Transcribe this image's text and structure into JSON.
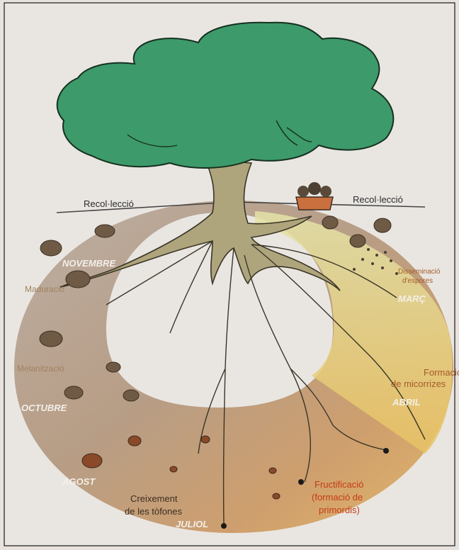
{
  "labels": {
    "harvest_left": "Recol·lecció",
    "harvest_right": "Recol·lecció",
    "maturation": "Maduració",
    "melanization": "Melanització",
    "growth_line1": "Creixement",
    "growth_line2": "de les tòfones",
    "spores_line1": "Disseminació",
    "spores_line2": "d'espores",
    "mycorrhiza_line1": "Formació",
    "mycorrhiza_line2": "de micorrizes",
    "fruiting_line1": "Fructificació",
    "fruiting_line2": "(formació de",
    "fruiting_line3": "primordis)"
  },
  "months": {
    "november": "NOVEMBRE",
    "october": "OCTUBRE",
    "august": "AGOST",
    "july": "JULIOL",
    "march": "MARÇ",
    "april": "ABRIL"
  },
  "colors": {
    "background": "#e7e2dd",
    "canopy": "#3d9a6a",
    "trunk": "#aea57c",
    "ring_autumn": "#b8a597",
    "ring_summer": "#cc9f70",
    "ring_spring": "#e8cf75",
    "truffle": "#6f5a45",
    "month_text": "#f3efe9",
    "stage_text_brown": "#a3815f",
    "stage_text_orange": "#a45a2a",
    "stage_text_red": "#c63b14"
  }
}
